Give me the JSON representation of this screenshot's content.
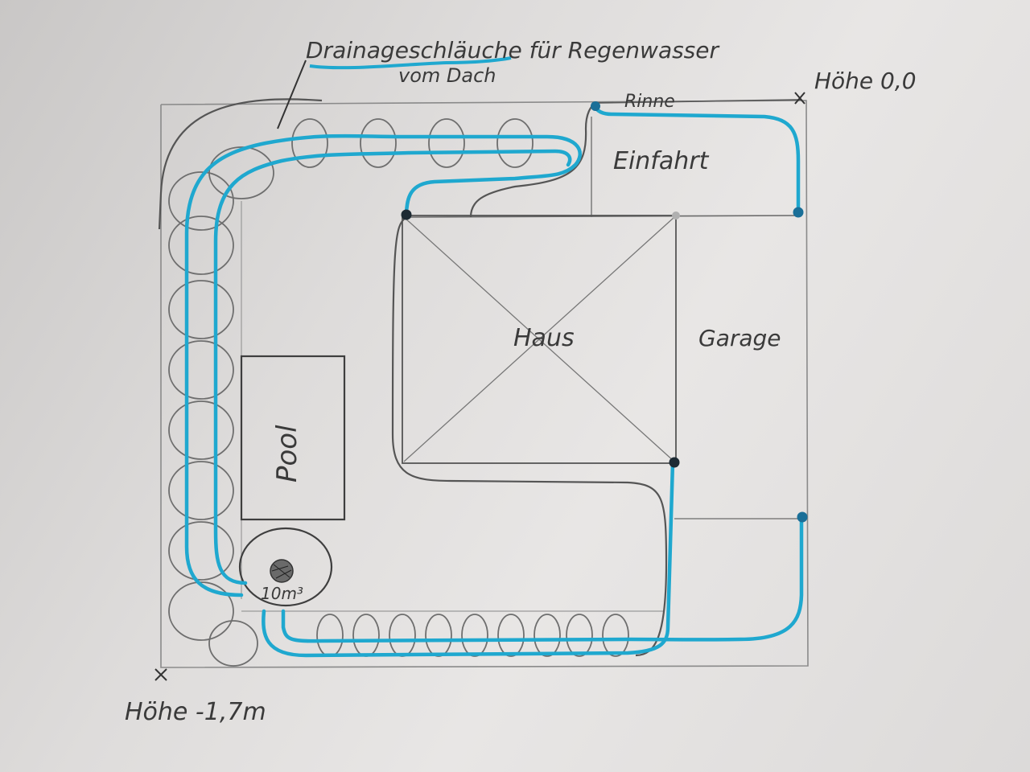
{
  "labels": {
    "title_line1": "Drainageschläuche für Regenwasser",
    "title_line2": "vom Dach",
    "rinne": "Rinne",
    "hoehe_top": "Höhe 0,0",
    "einfahrt": "Einfahrt",
    "haus": "Haus",
    "garage": "Garage",
    "pool": "Pool",
    "tank": "10m³",
    "hoehe_bottom": "Höhe -1,7m"
  },
  "colors": {
    "pencil": "#4a4a4a",
    "pencil_light": "#8c8c8c",
    "hose": "#1fa8cf",
    "hose_dark": "#1a6f98",
    "dot": "#1d2a33"
  }
}
